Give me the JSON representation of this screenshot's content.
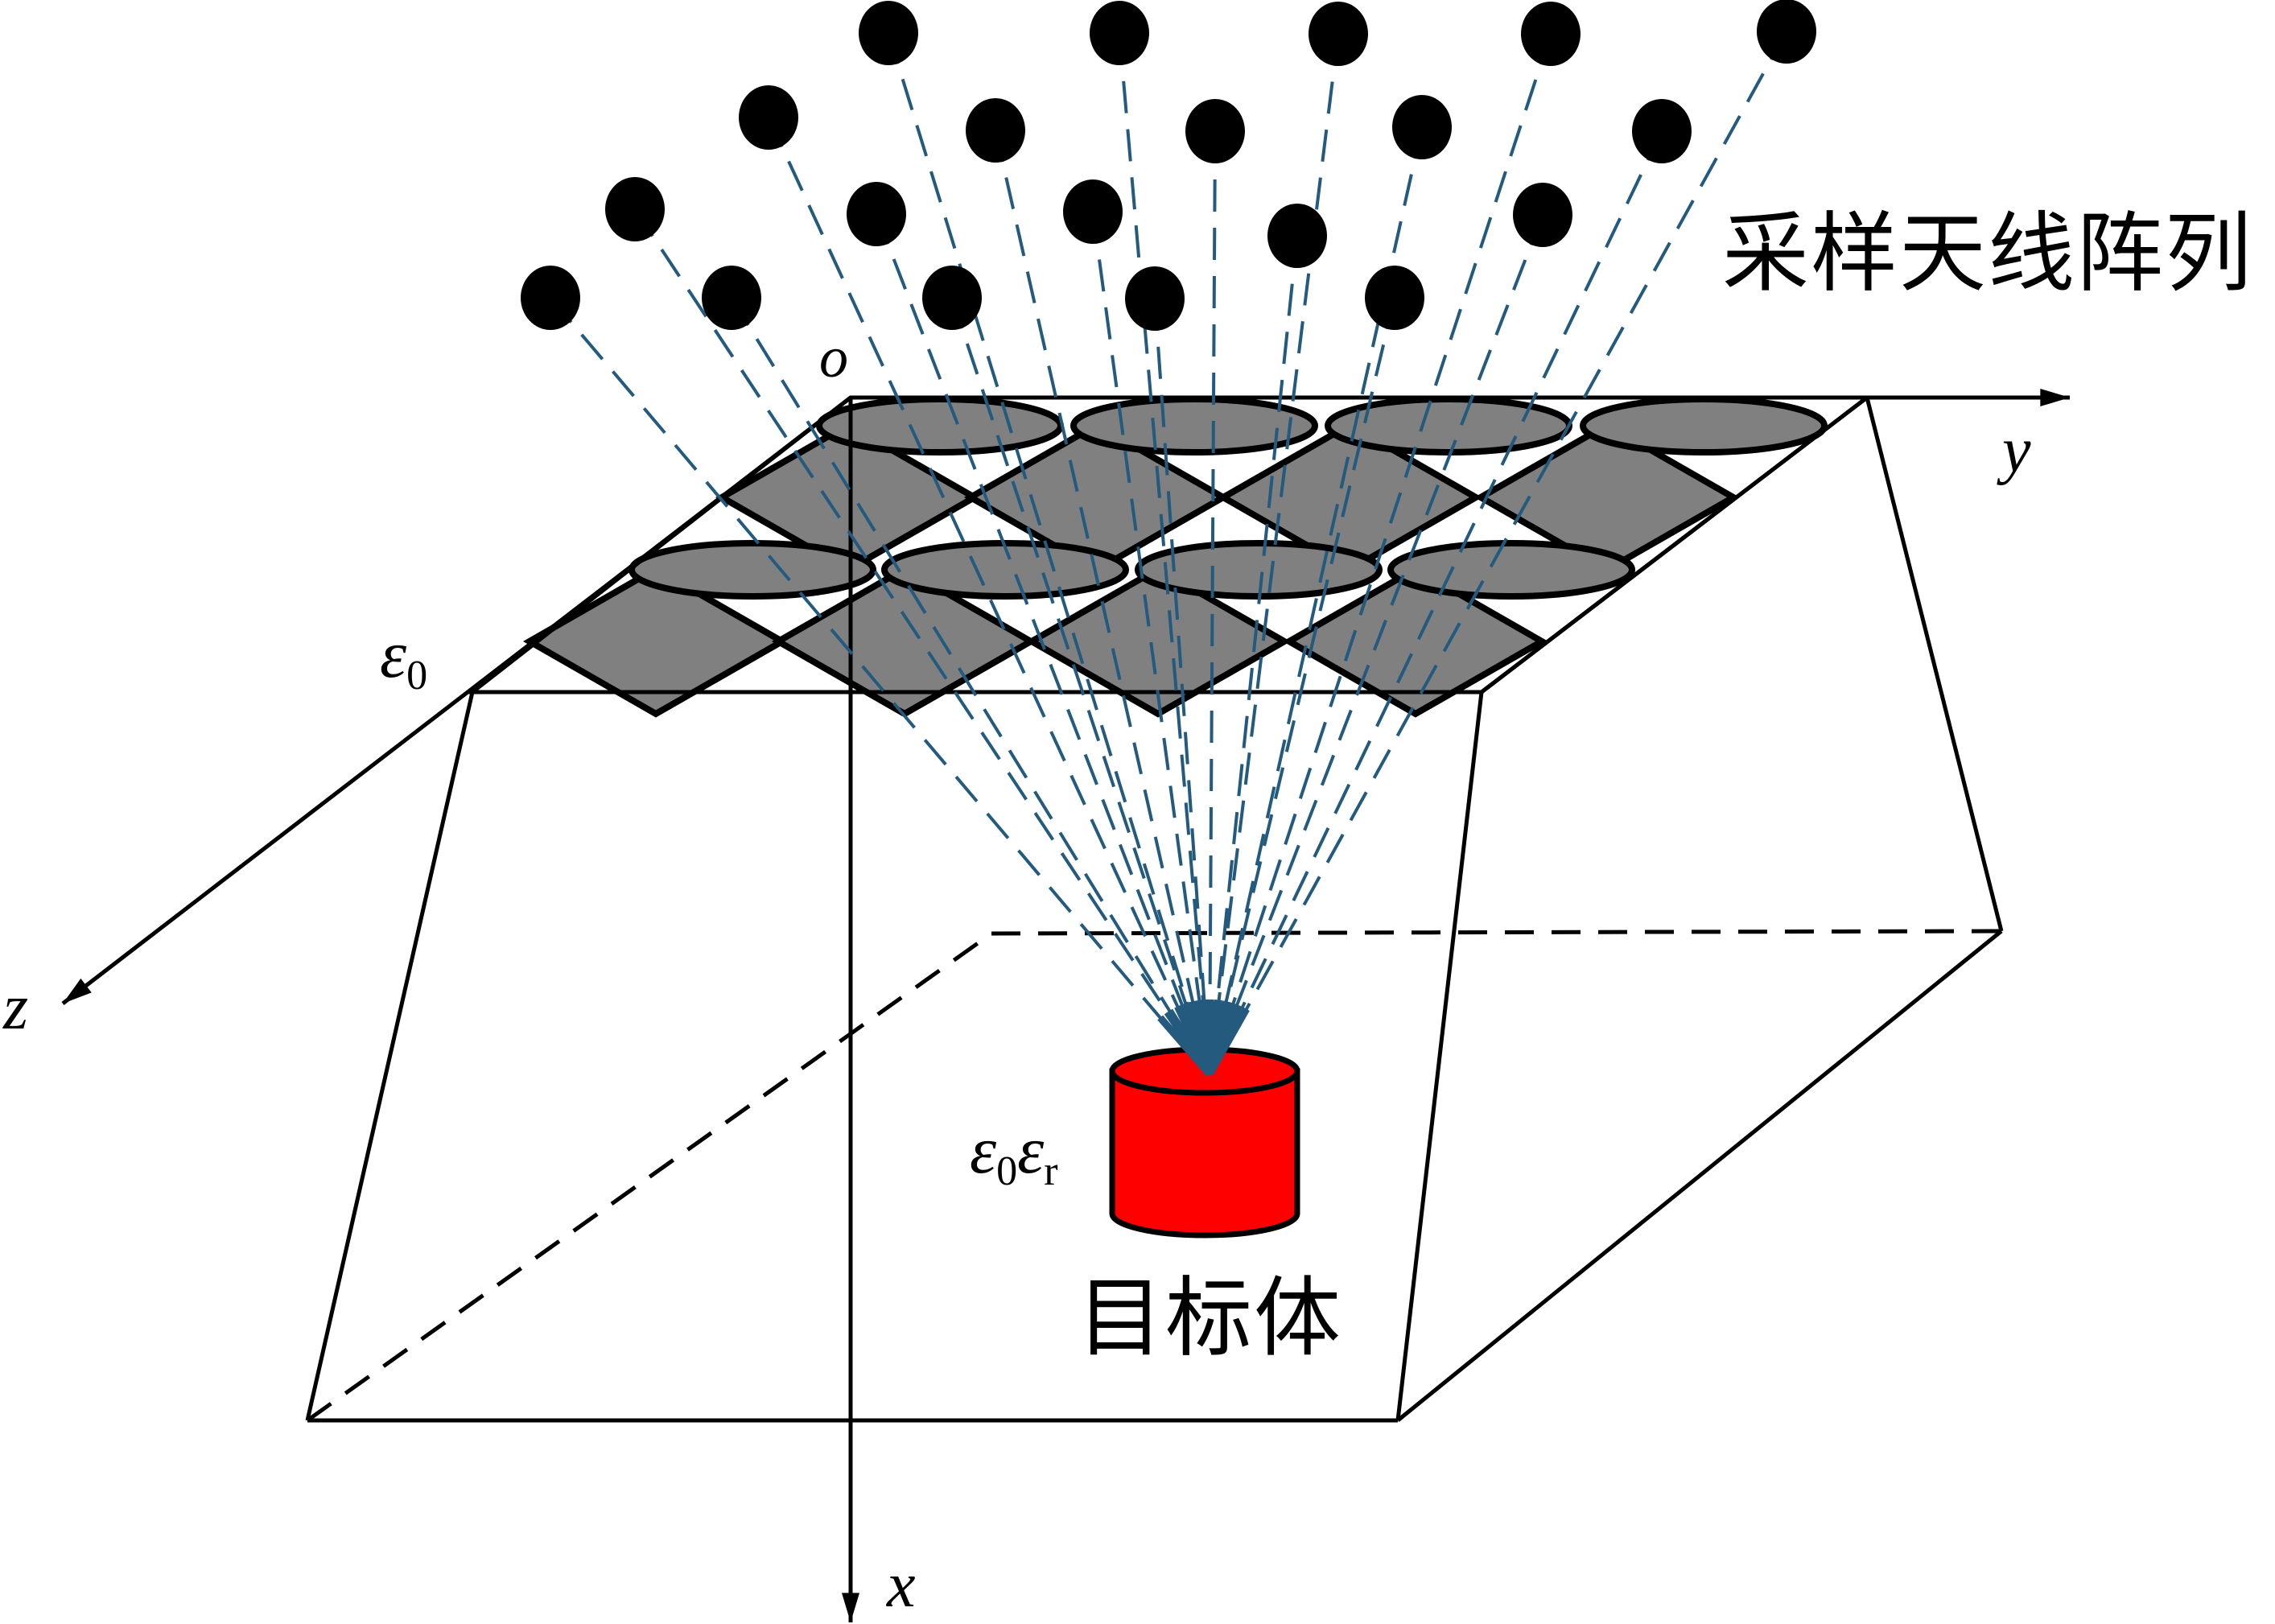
{
  "figure": {
    "title_label": "采样天线阵列",
    "target_label": "目标体",
    "colors": {
      "ray": "#235A7E",
      "antenna": "#000000",
      "surface_cell": "#808080",
      "target": "#FF0000",
      "outline": "#000000",
      "background": "#FFFFFF"
    }
  },
  "axes": {
    "origin": "o",
    "x": "x",
    "y": "y",
    "z": "z"
  },
  "media": {
    "background_permittivity": {
      "symbol": "ε",
      "subscript": "0"
    },
    "target_permittivity": {
      "symbol1": "ε",
      "sub1": "0",
      "symbol2": "ε",
      "sub2": "r"
    }
  },
  "antenna_array": {
    "rows": 4,
    "cols": 5,
    "count": 20
  },
  "surface_pattern": {
    "ellipse_rows": 2,
    "diamond_rows": 2,
    "cells_per_row": 4
  }
}
